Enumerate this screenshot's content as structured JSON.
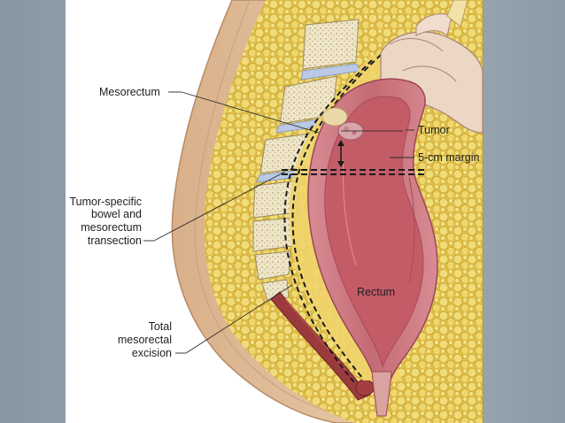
{
  "labels": {
    "mesorectum": "Mesorectum",
    "tumor": "Tumor",
    "margin": "5-cm margin",
    "transection_line1": "Tumor-specific",
    "transection_line2": "bowel and",
    "transection_line3": "mesorectum",
    "transection_line4": "transection",
    "rectum": "Rectum",
    "tme_line1": "Total",
    "tme_line2": "mesorectal",
    "tme_line3": "excision"
  },
  "colors": {
    "background": "#9aa7b1",
    "panel": "#ffffff",
    "skin": "#e9c9a4",
    "fat": "#e8cc55",
    "bone": "#f1ead2",
    "disc": "#b9c9e6",
    "rectum_wall": "#c9707a",
    "rectum_lumen": "#c05d68",
    "tumor": "#d7a3a8"
  }
}
